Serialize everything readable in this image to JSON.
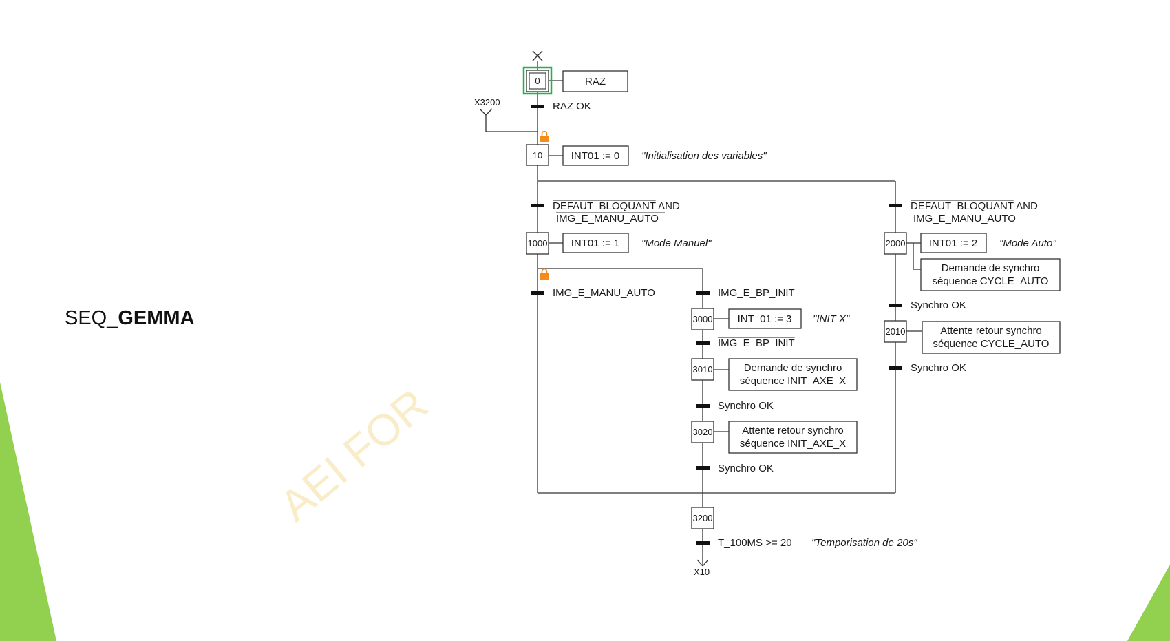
{
  "slide": {
    "title_prefix": "SEQ_",
    "title_bold": "GEMMA",
    "watermark": "AEI FOR",
    "accent_color": "#92d050",
    "active_step_color": "#22b14c",
    "lock_color": "#f28c1c"
  },
  "grafcet": {
    "initial_jump_source": "X3200",
    "final_jump_target": "X10",
    "steps": [
      {
        "id": "step-0",
        "number": "0",
        "initial": true,
        "active": true,
        "action": "RAZ"
      },
      {
        "id": "step-10",
        "number": "10",
        "action": "INT01 := 0",
        "comment": "\"Initialisation des variables\""
      },
      {
        "id": "step-1000",
        "number": "1000",
        "action": "INT01 := 1",
        "comment": "\"Mode Manuel\""
      },
      {
        "id": "step-2000",
        "number": "2000",
        "action": "INT01 := 2",
        "comment": "\"Mode Auto\"",
        "action2_line1": "Demande de synchro",
        "action2_line2": "séquence CYCLE_AUTO"
      },
      {
        "id": "step-2010",
        "number": "2010",
        "action_line1": "Attente retour synchro",
        "action_line2": "séquence CYCLE_AUTO"
      },
      {
        "id": "step-3000",
        "number": "3000",
        "action": "INT_01 := 3",
        "comment": "\"INIT X\""
      },
      {
        "id": "step-3010",
        "number": "3010",
        "action_line1": "Demande de synchro",
        "action_line2": "séquence INIT_AXE_X"
      },
      {
        "id": "step-3020",
        "number": "3020",
        "action_line1": "Attente retour synchro",
        "action_line2": "séquence INIT_AXE_X"
      },
      {
        "id": "step-3200",
        "number": "3200"
      }
    ],
    "transitions": {
      "t0_10": "RAZ OK",
      "t10_1000_line1_overlined": "DEFAUT_BLOQUANT",
      "t10_1000_line1_suffix": " AND",
      "t10_1000_line2": "IMG_E_MANU_AUTO",
      "t10_2000_line1_overlined": "DEFAUT_BLOQUANT",
      "t10_2000_line1_suffix": " AND",
      "t10_2000_line2": "IMG_E_MANU_AUTO",
      "t1000_exit": "IMG_E_MANU_AUTO",
      "t1000_3000": "IMG_E_BP_INIT",
      "t3000_3010_overlined": "IMG_E_BP_INIT",
      "t3010_3020": "Synchro OK",
      "t3020_3200": "Synchro OK",
      "t2000_2010": "Synchro OK",
      "t2010_3200": "Synchro OK",
      "t3200_10": "T_100MS >= 20",
      "t3200_10_comment": "\"Temporisation de 20s\""
    }
  }
}
